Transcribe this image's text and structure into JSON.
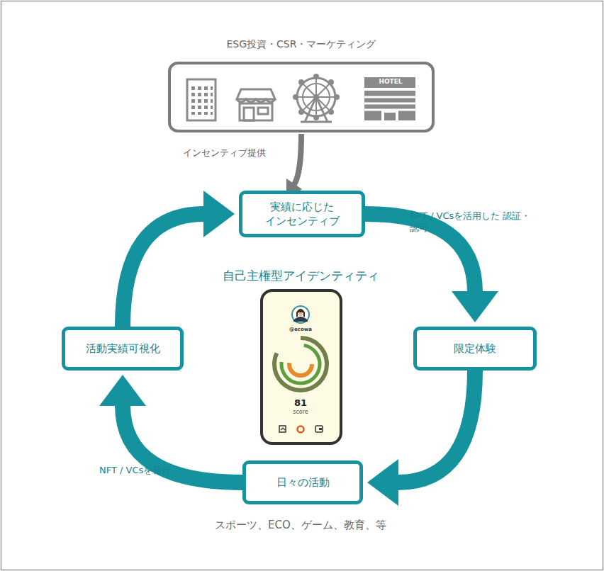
{
  "diagram": {
    "nodes": [
      {
        "text": [
          "ESG投資・CSR・マーケティング"
        ]
      },
      {
        "text": [
          "実績に応じた インセンティブ"
        ]
      },
      {
        "text": [
          "限定体験"
        ]
      },
      {
        "text": [
          "日々の活動"
        ]
      },
      {
        "text": [
          "活動実績可視化"
        ]
      }
    ],
    "edges": [
      {
        "from": 0,
        "to": 1,
        "arrow": "to",
        "label": "インセンティブ提供"
      },
      {
        "from": 1,
        "to": 2,
        "arrow": "to",
        "label": "NFT / VCsを活用した 認証・認可"
      },
      {
        "from": 2,
        "to": 3,
        "arrow": "to"
      },
      {
        "from": 3,
        "to": 4,
        "arrow": "to",
        "label": "NFT / VCsを発行"
      },
      {
        "from": 4,
        "to": 1,
        "arrow": "to"
      }
    ],
    "labels": [
      "HOTEL",
      "自己主権型アイデンティティ",
      "@ecowa",
      "81",
      "score",
      "スポーツ、ECO、ゲーム、教育、等"
    ]
  }
}
